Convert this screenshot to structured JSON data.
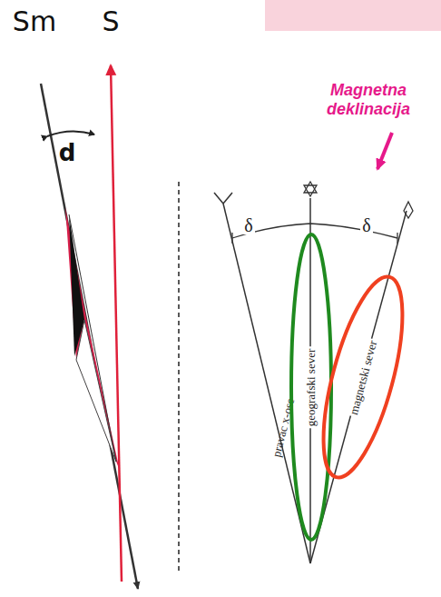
{
  "diagram": {
    "nodes": [
      {
        "text": [
          "geografski sever"
        ]
      },
      {
        "text": [
          "magnetski sever"
        ]
      }
    ],
    "labels": [
      "Sm",
      "S",
      "d",
      "Magnetna deklinacija",
      "δ",
      "δ",
      "pravac x-ose"
    ]
  }
}
